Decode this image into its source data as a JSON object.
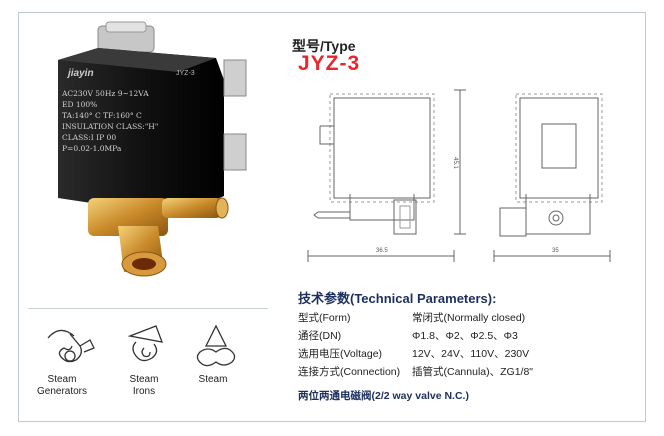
{
  "header": {
    "type_label": "型号/Type",
    "model": "JYZ-3"
  },
  "solenoid_label": {
    "brand": "jiayin",
    "model_tag": "JYZ-3",
    "lines": [
      "AC230V 50Hz 9~12VA",
      "ED 100%",
      "TA:140° C TF:160° C",
      "INSULATION CLASS:\"H\"",
      "CLASS:I IP 00",
      "P=0.02-1.0MPa"
    ]
  },
  "drawing": {
    "dim_width_left": "36.5",
    "dim_height": "45.1",
    "dim_width_right": "35"
  },
  "technical_parameters": {
    "title": "技术参数(Technical Parameters):",
    "rows": [
      {
        "label": "型式(Form)",
        "value": "常闭式(Normally closed)"
      },
      {
        "label": "通径(DN)",
        "value": "Φ1.8、Φ2、Φ2.5、Φ3"
      },
      {
        "label": "选用电压(Voltage)",
        "value": "12V、24V、110V、230V"
      },
      {
        "label": "连接方式(Connection)",
        "value": "插管式(Cannula)、ZG1/8\""
      }
    ],
    "footer": "两位两通电磁阀(2/2 way valve N.C.)"
  },
  "applications": [
    {
      "line1": "Steam",
      "line2": "Generators",
      "icon": "steam-generator-icon"
    },
    {
      "line1": "Steam",
      "line2": "Irons",
      "icon": "steam-iron-icon"
    },
    {
      "line1": "Steam",
      "line2": "",
      "icon": "steam-icon"
    }
  ]
}
